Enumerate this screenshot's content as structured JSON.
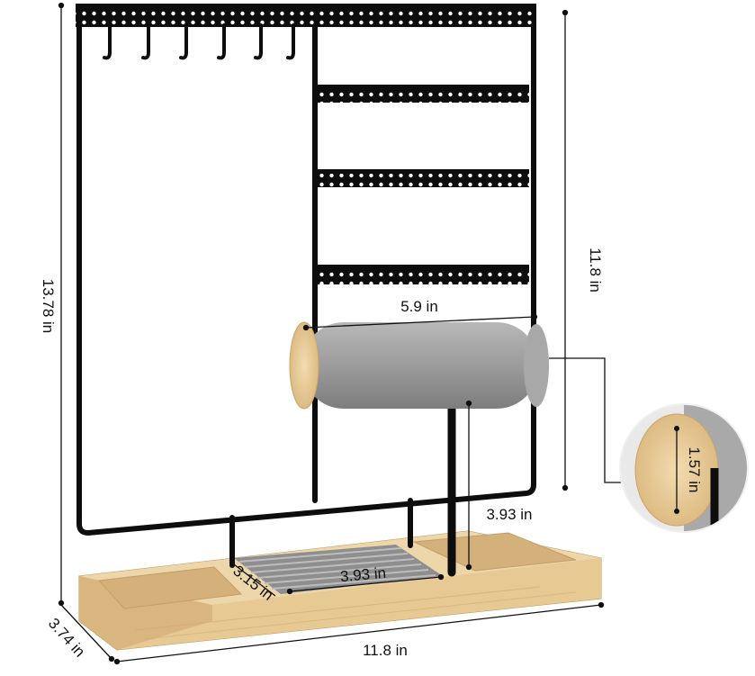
{
  "dimensions": {
    "total_height": "13.78 in",
    "rack_height": "11.8 in",
    "top_width": "5.9 in",
    "bar_diameter": "1.57 in",
    "stem_height": "3.93 in",
    "ring_tray_width": "3.93 in",
    "ring_tray_depth": "3.15 in",
    "base_depth": "3.74 in",
    "base_width": "11.8 in"
  },
  "colors": {
    "frame": "#0d0d0d",
    "wood": "#e9cfa0",
    "wood_dark": "#d8b884",
    "velvet": "#9a9a9a",
    "velvet_light": "#b5b5b5",
    "dimension_line": "#111111"
  }
}
